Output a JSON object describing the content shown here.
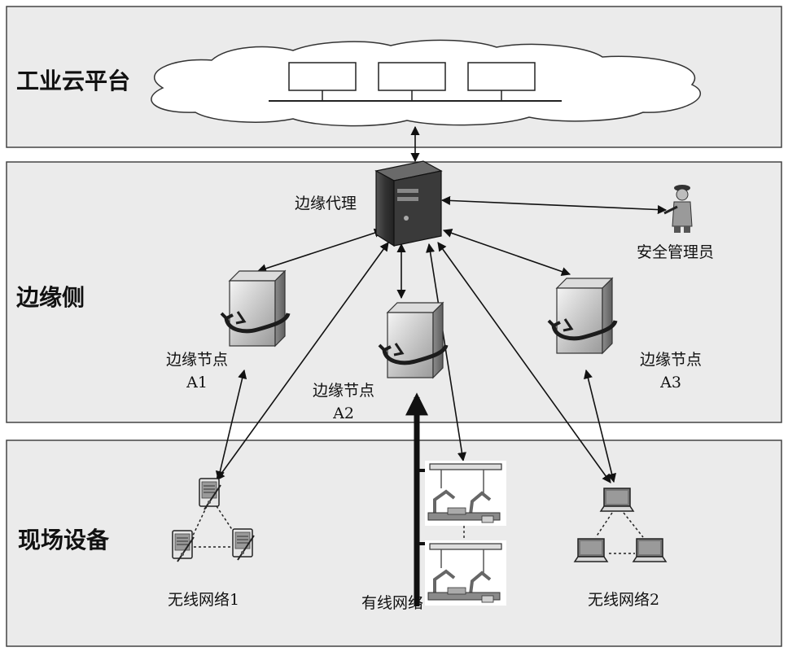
{
  "zones": {
    "cloud": {
      "title": "工业云平台"
    },
    "edge": {
      "title": "边缘侧"
    },
    "field": {
      "title": "现场设备"
    }
  },
  "nodes": {
    "edge_proxy": {
      "label": "边缘代理"
    },
    "security_admin": {
      "label": "安全管理员"
    },
    "edge_node_a1": {
      "label": "边缘节点",
      "id": "A1"
    },
    "edge_node_a2": {
      "label": "边缘节点",
      "id": "A2"
    },
    "edge_node_a3": {
      "label": "边缘节点",
      "id": "A3"
    }
  },
  "networks": {
    "wireless1": {
      "label": "无线网络1"
    },
    "wired": {
      "label": "有线网络"
    },
    "wireless2": {
      "label": "无线网络2"
    }
  },
  "icons": {
    "cloud": "cloud-icon",
    "server": "tower-server-icon",
    "edge_node": "storage-node-icon",
    "admin": "security-guard-icon",
    "tablet": "tablet-icon",
    "laptop": "laptop-icon",
    "robot": "industrial-robot-icon"
  },
  "colors": {
    "zone_fill": "#ebebeb",
    "zone_border": "#444444",
    "line": "#111111"
  }
}
